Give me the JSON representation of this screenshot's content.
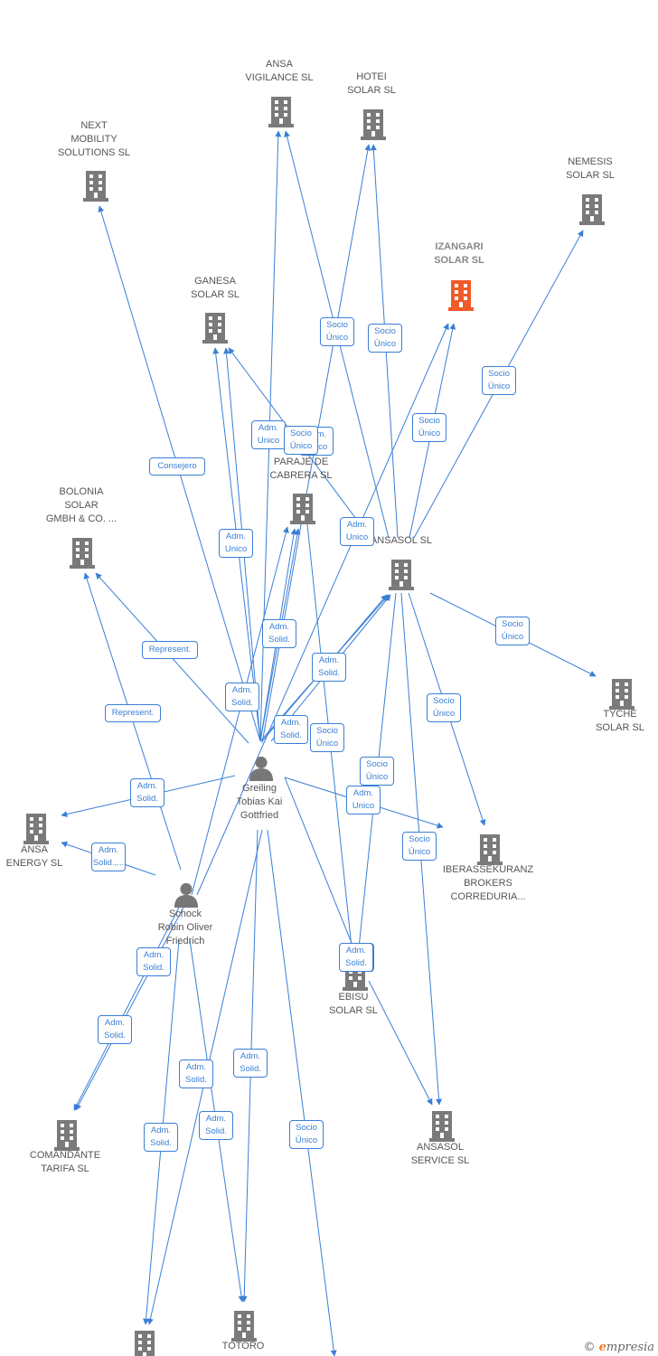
{
  "colors": {
    "edge": "#3a7fd5",
    "building": "#7a7a7a",
    "building_focus": "#f05a28",
    "person": "#777777",
    "label_text": "#555555"
  },
  "companies": [
    {
      "id": "next_mobility",
      "label": "NEXT\nMOBILITY\nSOLUTIONS SL",
      "icon": "building-icon"
    },
    {
      "id": "ansa_vigilance",
      "label": "ANSA\nVIGILANCE SL",
      "icon": "building-icon"
    },
    {
      "id": "hotei_solar",
      "label": "HOTEI\nSOLAR SL",
      "icon": "building-icon"
    },
    {
      "id": "nemesis_solar",
      "label": "NEMESIS\nSOLAR SL",
      "icon": "building-icon"
    },
    {
      "id": "izangari_solar",
      "label": "IZANGARI\nSOLAR SL",
      "icon": "building-icon",
      "focus": true
    },
    {
      "id": "ganesa_solar",
      "label": "GANESA\nSOLAR SL",
      "icon": "building-icon"
    },
    {
      "id": "paraje_cabrera",
      "label": "PARAJE DE\nCABRERA SL",
      "icon": "building-icon"
    },
    {
      "id": "bolonia_solar",
      "label": "BOLONIA\nSOLAR\nGMBH & CO. ...",
      "icon": "building-icon"
    },
    {
      "id": "ansasol",
      "label": "ANSASOL SL",
      "icon": "building-icon"
    },
    {
      "id": "tyche_solar",
      "label": "TYCHE\nSOLAR SL",
      "icon": "building-icon"
    },
    {
      "id": "ansa_energy",
      "label": "ANSA\nENERGY SL",
      "icon": "building-icon"
    },
    {
      "id": "iberassekuranz",
      "label": "IBERASSEKURANZ\nBROKERS\nCORREDURIA...",
      "icon": "building-icon"
    },
    {
      "id": "ebisu_solar",
      "label": "EBISU\nSOLAR SL",
      "icon": "building-icon"
    },
    {
      "id": "comandante_tarifa",
      "label": "COMANDANTE\nTARIFA SL",
      "icon": "building-icon"
    },
    {
      "id": "ansasol_service",
      "label": "ANSASOL\nSERVICE SL",
      "icon": "building-icon"
    },
    {
      "id": "totoro",
      "label": "TOTORO",
      "icon": "building-icon"
    },
    {
      "id": "bottom_company",
      "label": "",
      "icon": "building-icon"
    }
  ],
  "people": [
    {
      "id": "greiling",
      "label": "Greiling\nTobias Kai\nGottfried",
      "icon": "person-icon"
    },
    {
      "id": "schock",
      "label": "Schock\nRobin Oliver\nFriedrich",
      "icon": "person-icon"
    }
  ],
  "relations": [
    {
      "id": "r01",
      "text": "Socio\nÚnico"
    },
    {
      "id": "r02",
      "text": "Socio\nÚnico"
    },
    {
      "id": "r03",
      "text": "Socio\nÚnico"
    },
    {
      "id": "r04",
      "text": "Socio\nÚnico"
    },
    {
      "id": "r05",
      "text": "Adm.\nUnico"
    },
    {
      "id": "r06",
      "text": "Adm.\nUnico"
    },
    {
      "id": "r07",
      "text": "Socio\nÚnico"
    },
    {
      "id": "r08",
      "text": "Consejero"
    },
    {
      "id": "r09",
      "text": "Adm.\nUnico"
    },
    {
      "id": "r10",
      "text": "Adm.\nUnico"
    },
    {
      "id": "r11",
      "text": "Socio\nÚnico"
    },
    {
      "id": "r12",
      "text": "Adm.\nSolid."
    },
    {
      "id": "r13",
      "text": "Represent."
    },
    {
      "id": "r14",
      "text": "Adm.\nSolid."
    },
    {
      "id": "r15",
      "text": "Adm.\nSolid."
    },
    {
      "id": "r16",
      "text": "Represent."
    },
    {
      "id": "r17",
      "text": "Socio\nÚnico"
    },
    {
      "id": "r18",
      "text": "Adm.\nSolid."
    },
    {
      "id": "r19",
      "text": "Socio\nÚnico"
    },
    {
      "id": "r20",
      "text": "Socio\nÚnico"
    },
    {
      "id": "r21",
      "text": "Adm.\nSolid."
    },
    {
      "id": "r22",
      "text": "Adm.\nUnico"
    },
    {
      "id": "r23",
      "text": "Adm.\nSolid.,..."
    },
    {
      "id": "r24",
      "text": "Socio\nÚnico"
    },
    {
      "id": "r25",
      "text": "Adm.\nSolid."
    },
    {
      "id": "r26",
      "text": "Adm.\nSolid."
    },
    {
      "id": "r27",
      "text": "Adm.\nSolid."
    },
    {
      "id": "r28",
      "text": "Adm.\nSolid."
    },
    {
      "id": "r29",
      "text": "Adm.\nSolid."
    },
    {
      "id": "r30",
      "text": "Adm.\nSolid."
    },
    {
      "id": "r31",
      "text": "Adm.\nSolid."
    },
    {
      "id": "r32",
      "text": "Socio\nÚnico"
    },
    {
      "id": "r33",
      "text": "Adm.\nSolid."
    }
  ],
  "brand": {
    "copyright": "©",
    "name": "mpresia",
    "initial": "e"
  }
}
